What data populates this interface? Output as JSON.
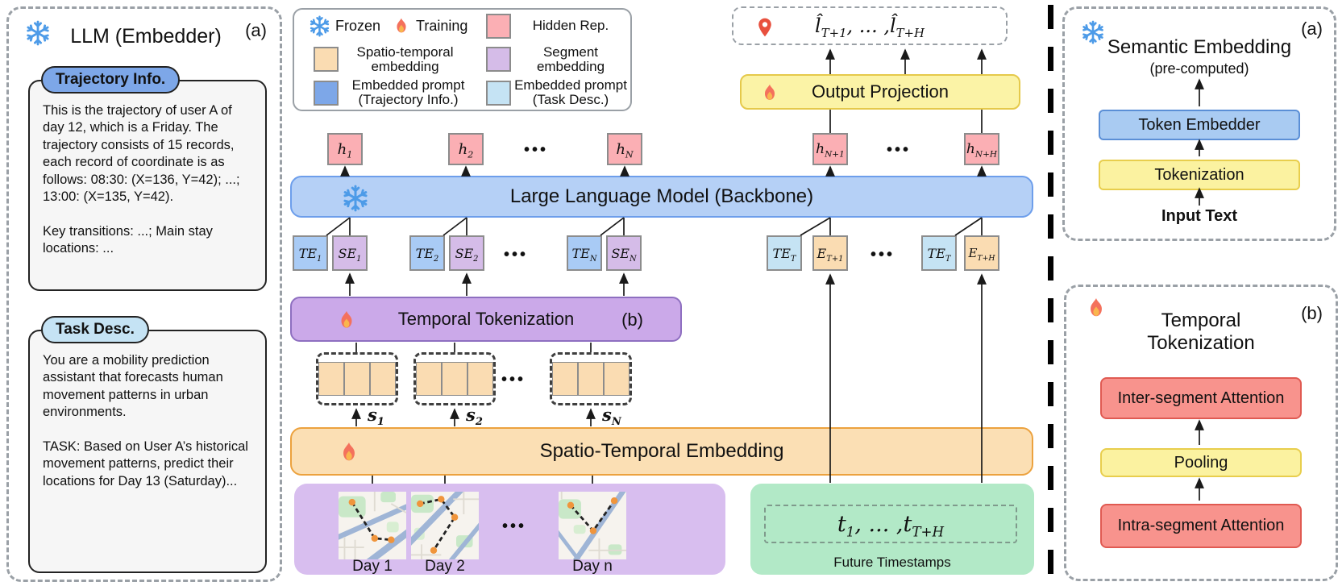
{
  "colors": {
    "prompt_blue": "#7DA7E8",
    "light_blue_fill": "#A9CBF5",
    "task_blue": "#C5E3F4",
    "pink": "#FBAFB4",
    "peach": "#FADCB2",
    "purple": "#D5BCE8",
    "tt_purple": "#CBA9E9",
    "days_purple": "#D8BEEF",
    "yellow": "#FBF3A6",
    "green": "#B2E9C7",
    "red": "#F8938D",
    "llm_blue": "#B5D0F6",
    "snowflake_blue": "#4D9BE8",
    "flame_orange": "#F4715C",
    "pin_red": "#E8503E"
  },
  "icons": {
    "frozen": "snowflake-icon",
    "training": "flame-icon",
    "prediction": "map-pin-icon"
  },
  "panel_left": {
    "tag": "(a)",
    "title": "LLM (Embedder)",
    "trajectory_card": {
      "label": "Trajectory Info.",
      "body": [
        "This is the trajectory of user A of day 12, which is a Friday. The trajectory consists of 15 records, each record of coordinate is as follows: 08:30: (X=136, Y=42); ...; 13:00: (X=135, Y=42).",
        "Key transitions: ...; Main stay locations: ..."
      ]
    },
    "task_card": {
      "label": "Task Desc.",
      "body": [
        "You are a mobility prediction assistant that forecasts human movement patterns in urban environments.",
        "TASK: Based on User A’s historical movement patterns, predict their locations for Day 13 (Saturday)..."
      ]
    }
  },
  "legend": {
    "frozen": "Frozen",
    "training": "Training",
    "hidden": "Hidden Rep.",
    "spatio": "Spatio-temporal embedding",
    "segment": "Segment embedding",
    "prompt_traj": "Embedded prompt (Trajectory Info.)",
    "prompt_task": "Embedded prompt (Task Desc.)"
  },
  "middle": {
    "dots": "•••",
    "output_expr": {
      "l1": "l̂",
      "sub1": "T+1",
      "mid": ", ... ,",
      "l2": "l̂",
      "sub2": "T+H"
    },
    "output_projection": "Output Projection",
    "hreps": [
      {
        "b": "h",
        "s": "1"
      },
      {
        "b": "h",
        "s": "2"
      },
      {
        "b": "h",
        "s": "N"
      },
      {
        "b": "h",
        "s": "N+1"
      },
      {
        "b": "h",
        "s": "N+H"
      }
    ],
    "llm": "Large Language Model (Backbone)",
    "pairs": [
      {
        "a": "TE",
        "as": "1",
        "b": "SE",
        "bs": "1"
      },
      {
        "a": "TE",
        "as": "2",
        "b": "SE",
        "bs": "2"
      },
      {
        "a": "TE",
        "as": "N",
        "b": "SE",
        "bs": "N"
      },
      {
        "a": "TE",
        "as": "T",
        "b": "E",
        "bs": "T+1"
      },
      {
        "a": "TE",
        "as": "T",
        "b": "E",
        "bs": "T+H"
      }
    ],
    "temporal_tokenization": {
      "label": "Temporal Tokenization",
      "tag": "(b)"
    },
    "s_labels": [
      {
        "b": "s",
        "s": "1"
      },
      {
        "b": "s",
        "s": "2"
      },
      {
        "b": "s",
        "s": "N"
      }
    ],
    "spatio_temporal_embedding": "Spatio-Temporal Embedding",
    "days": [
      "Day 1",
      "Day 2",
      "Day n"
    ],
    "future": {
      "t1": "t",
      "sub1": "1",
      "mid": ", ... ,",
      "t2": "t",
      "sub2": "T+H",
      "caption": "Future Timestamps"
    }
  },
  "panel_a": {
    "tag": "(a)",
    "title": "Semantic Embedding",
    "subtitle": "(pre-computed)",
    "token_embedder": "Token Embedder",
    "tokenization": "Tokenization",
    "input": "Input Text"
  },
  "panel_b": {
    "tag": "(b)",
    "title": "Temporal Tokenization",
    "inter": "Inter-segment Attention",
    "pooling": "Pooling",
    "intra": "Intra-segment Attention"
  }
}
